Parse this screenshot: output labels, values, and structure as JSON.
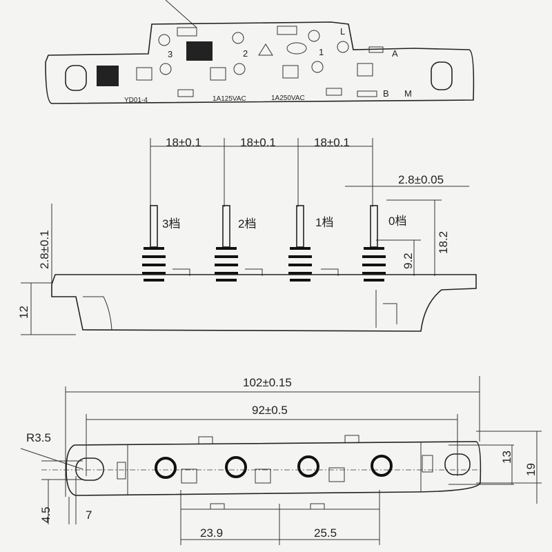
{
  "top_view": {
    "model": "YD01-4",
    "rating1": "1A125VAC",
    "rating2": "1A250VAC",
    "pos3": "3",
    "pos2": "2",
    "pos1": "1",
    "L": "L",
    "A": "A",
    "B": "B",
    "M": "M"
  },
  "side_view": {
    "pitch": [
      "18±0.1",
      "18±0.1",
      "18±0.1"
    ],
    "pin_width": "2.8±0.05",
    "pin_labels": [
      "3档",
      "2档",
      "1档",
      "0档"
    ],
    "pin_thickness": "2.8±0.1",
    "pin_height": "18.2",
    "spring_height": "9.2",
    "body_height": "12"
  },
  "bottom_view": {
    "overall_length": "102±0.15",
    "hole_pitch": "92±0.5",
    "radius": "R3.5",
    "inner_width": "13",
    "outer_width": "19",
    "slot_offset": "4.5",
    "edge_offset": "7",
    "dim_a": "23.9",
    "dim_b": "25.5"
  }
}
